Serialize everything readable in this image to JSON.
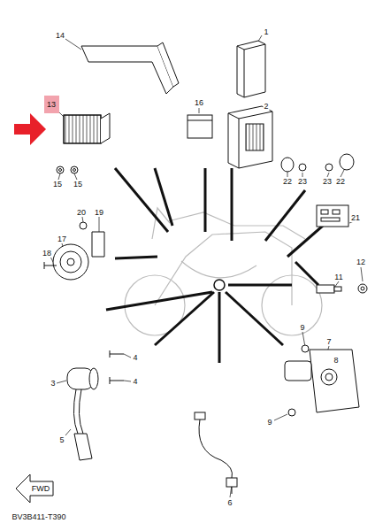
{
  "diagram": {
    "nodes": [
      {
        "text": [
          "13"
        ]
      }
    ],
    "labels": [
      "14",
      "1",
      "2",
      "16",
      "22",
      "23",
      "23",
      "22",
      "21",
      "15",
      "15",
      "20",
      "19",
      "17",
      "18",
      "12",
      "11",
      "9",
      "7",
      "8",
      "9",
      "3",
      "4",
      "4",
      "5",
      "6",
      "FWD",
      "BV3B411-T390"
    ]
  }
}
